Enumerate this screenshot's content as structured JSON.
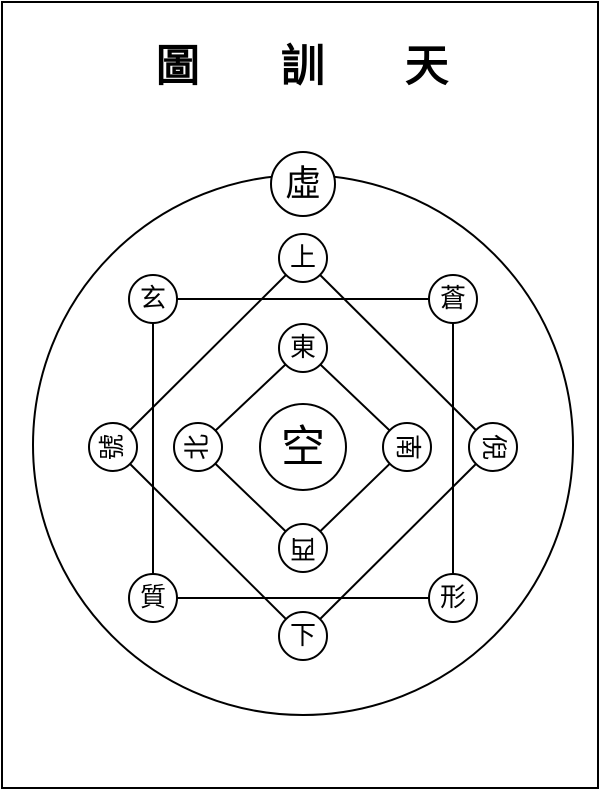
{
  "title": {
    "chars": [
      "圖",
      "訓",
      "天"
    ]
  },
  "nodes": {
    "xu": "虛",
    "shang": "上",
    "xuan": "玄",
    "cang": "蒼",
    "dong": "東",
    "kong": "空",
    "bei": "北",
    "nan": "南",
    "xi": "西",
    "hao": "號",
    "ni": "倪",
    "zhi": "質",
    "xing": "形",
    "xia": "下"
  },
  "colors": {
    "ink": "#000000",
    "paper": "#ffffff"
  }
}
